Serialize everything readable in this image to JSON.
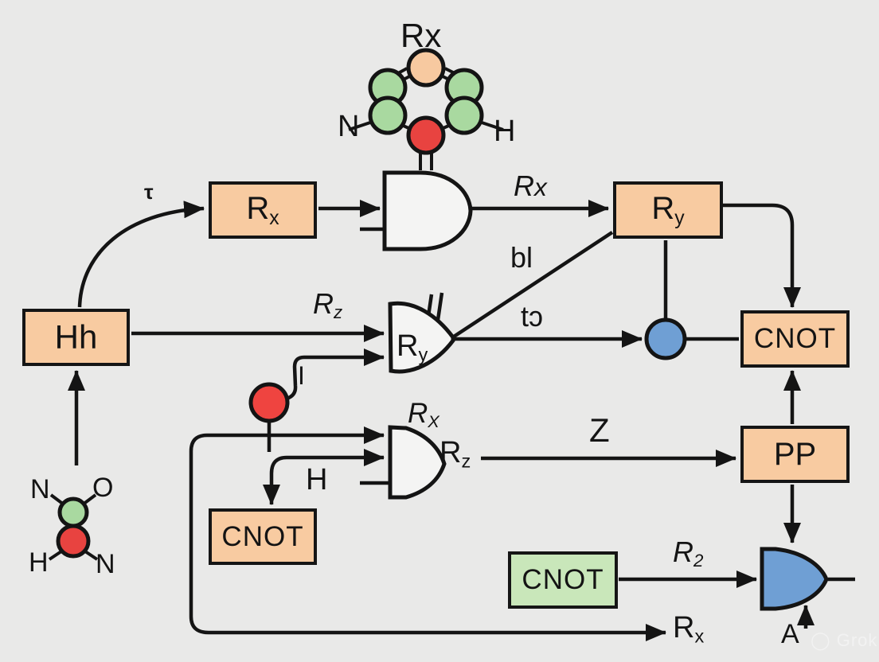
{
  "colors": {
    "background": "#e9e9e8",
    "box_orange": "#f8cba1",
    "box_green": "#c9e7ba",
    "node_blue": "#6f9fd4",
    "node_red": "#ef4440",
    "atom_green": "#a9d9a0",
    "atom_orange": "#f7c9a0",
    "atom_red": "#e84340",
    "line": "#141414"
  },
  "molecule_top": {
    "title": "Rx",
    "left_atom": "N",
    "right_atom": "H"
  },
  "molecule_bottom": {
    "top_left": "N",
    "top_right": "O",
    "bottom_left": "H",
    "bottom_right": "N"
  },
  "boxes": {
    "hh": {
      "label": "Hh"
    },
    "rx": {
      "base": "R",
      "sub": "x"
    },
    "ry": {
      "base": "R",
      "sub": "y"
    },
    "cnot_top": {
      "label": "CNOT"
    },
    "pp": {
      "label": "PP"
    },
    "cnot_left": {
      "label": "CNOT"
    },
    "cnot_green": {
      "label": "CNOT"
    }
  },
  "gates": {
    "mid_label": {
      "base": "R",
      "sub": "y"
    },
    "low_top_label": {
      "base": "R",
      "sub": "X"
    },
    "low_out_label": {
      "base": "R",
      "sub": "z"
    },
    "blue_label": "A"
  },
  "edge_labels": {
    "tau": "τ",
    "rx_top": {
      "base": "R",
      "sub": "x"
    },
    "rz_in": {
      "base": "R",
      "sub": "z"
    },
    "bl": "bl",
    "t": "tɔ",
    "i": "I",
    "h": "H",
    "z": "Z",
    "r2": {
      "base": "R",
      "sub": "2"
    },
    "rx_bottom": {
      "base": "R",
      "sub": "x"
    }
  },
  "watermark": {
    "label": "Grok"
  }
}
